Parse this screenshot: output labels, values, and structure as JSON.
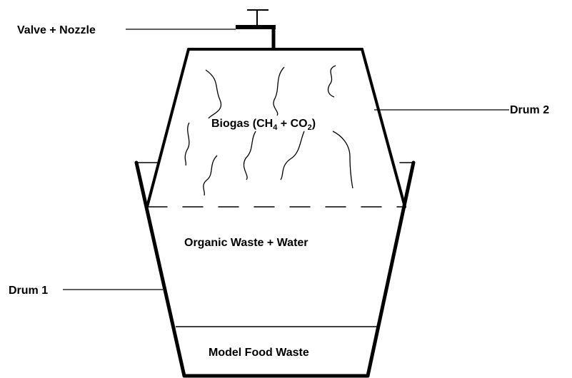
{
  "diagram": {
    "labels": {
      "valve": "Valve + Nozzle",
      "drum2": "Drum 2",
      "drum1": "Drum 1"
    },
    "zones": {
      "gas_text": "Biogas (CH",
      "gas_sub1": "4",
      "gas_mid": " + CO",
      "gas_sub2": "2",
      "gas_end": ")",
      "liquid": "Organic Waste + Water",
      "bottom": "Model Food Waste"
    },
    "colors": {
      "line": "#000000",
      "background": "#ffffff"
    }
  }
}
